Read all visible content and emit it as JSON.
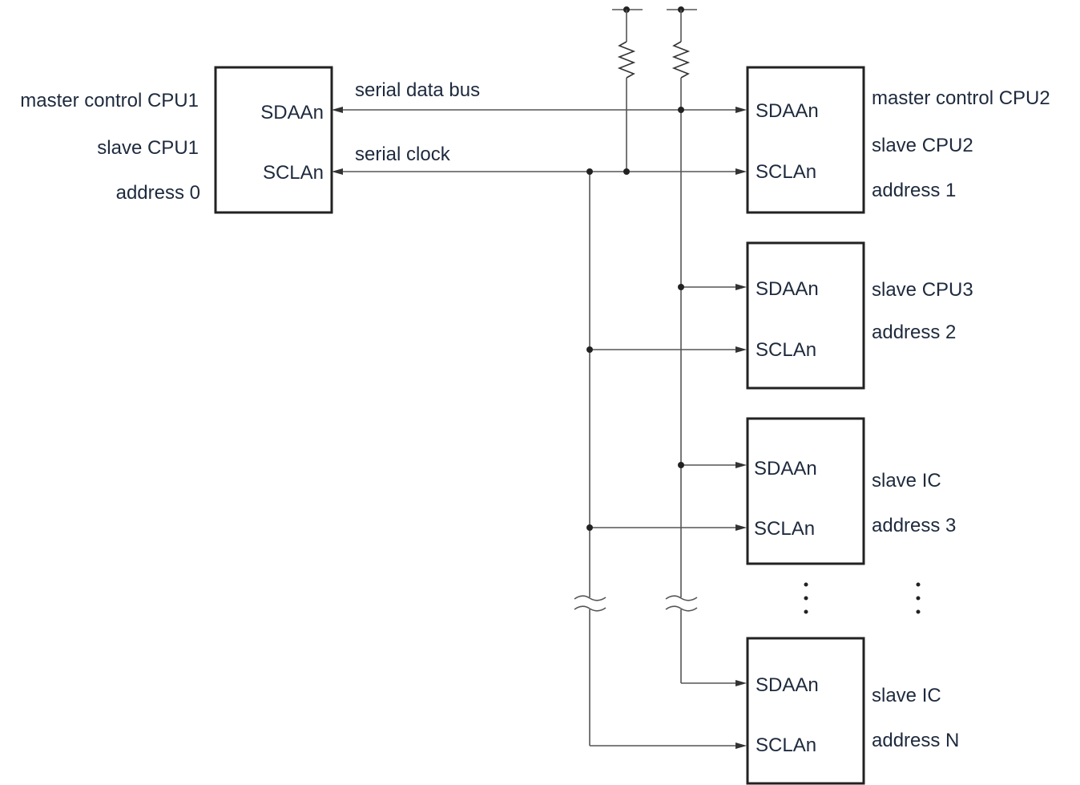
{
  "bus": {
    "data_label": "serial data bus",
    "clock_label": "serial clock"
  },
  "devices": [
    {
      "sda": "SDAAn",
      "scl": "SCLAn",
      "desc": [
        "master control CPU1",
        "slave CPU1",
        "address 0"
      ]
    },
    {
      "sda": "SDAAn",
      "scl": "SCLAn",
      "desc": [
        "master control CPU2",
        "slave CPU2",
        "address 1"
      ]
    },
    {
      "sda": "SDAAn",
      "scl": "SCLAn",
      "desc": [
        "slave CPU3",
        "address 2"
      ]
    },
    {
      "sda": "SDAAn",
      "scl": "SCLAn",
      "desc": [
        "slave IC",
        "address 3"
      ]
    },
    {
      "sda": "SDAAn",
      "scl": "SCLAn",
      "desc": [
        "slave IC",
        "address N"
      ]
    }
  ],
  "colors": {
    "text": "#1e2a3d",
    "box_stroke": "#222222",
    "wire": "#555555"
  }
}
